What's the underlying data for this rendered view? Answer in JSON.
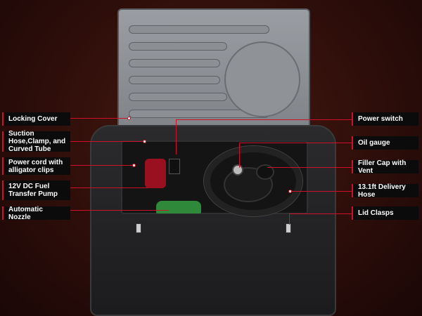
{
  "left_labels": [
    {
      "text": "Locking Cover"
    },
    {
      "text": "Suction Hose,Clamp, and Curved Tube"
    },
    {
      "text": "Power cord with alligator clips"
    },
    {
      "text": "12V DC Fuel Transfer Pump"
    },
    {
      "text": "Automatic Nozzle"
    }
  ],
  "right_labels": [
    {
      "text": "Power switch"
    },
    {
      "text": "Oil gauge"
    },
    {
      "text": "Filler Cap with Vent"
    },
    {
      "text": "13.1ft Delivery Hose"
    },
    {
      "text": "Lid Clasps"
    }
  ],
  "colors": {
    "accent": "#d0102a",
    "label_bg": "#0b0b0b",
    "lid": "#8c9095",
    "tank": "#222224",
    "nozzle": "#2e8a3a"
  }
}
